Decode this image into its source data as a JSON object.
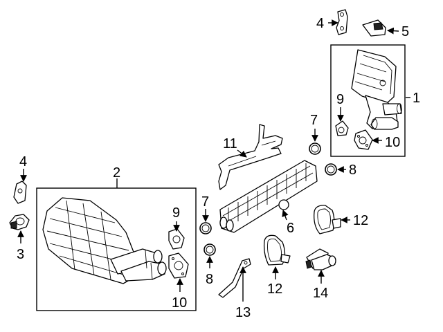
{
  "callouts": [
    {
      "id": "c1",
      "text": "1"
    },
    {
      "id": "c2",
      "text": "2"
    },
    {
      "id": "c3",
      "text": "3"
    },
    {
      "id": "c4a",
      "text": "4"
    },
    {
      "id": "c4b",
      "text": "4"
    },
    {
      "id": "c5",
      "text": "5"
    },
    {
      "id": "c6",
      "text": "6"
    },
    {
      "id": "c7a",
      "text": "7"
    },
    {
      "id": "c7b",
      "text": "7"
    },
    {
      "id": "c8a",
      "text": "8"
    },
    {
      "id": "c8b",
      "text": "8"
    },
    {
      "id": "c9a",
      "text": "9"
    },
    {
      "id": "c9b",
      "text": "9"
    },
    {
      "id": "c10a",
      "text": "10"
    },
    {
      "id": "c10b",
      "text": "10"
    },
    {
      "id": "c11",
      "text": "11"
    },
    {
      "id": "c12a",
      "text": "12"
    },
    {
      "id": "c12b",
      "text": "12"
    },
    {
      "id": "c13",
      "text": "13"
    },
    {
      "id": "c14",
      "text": "14"
    }
  ]
}
